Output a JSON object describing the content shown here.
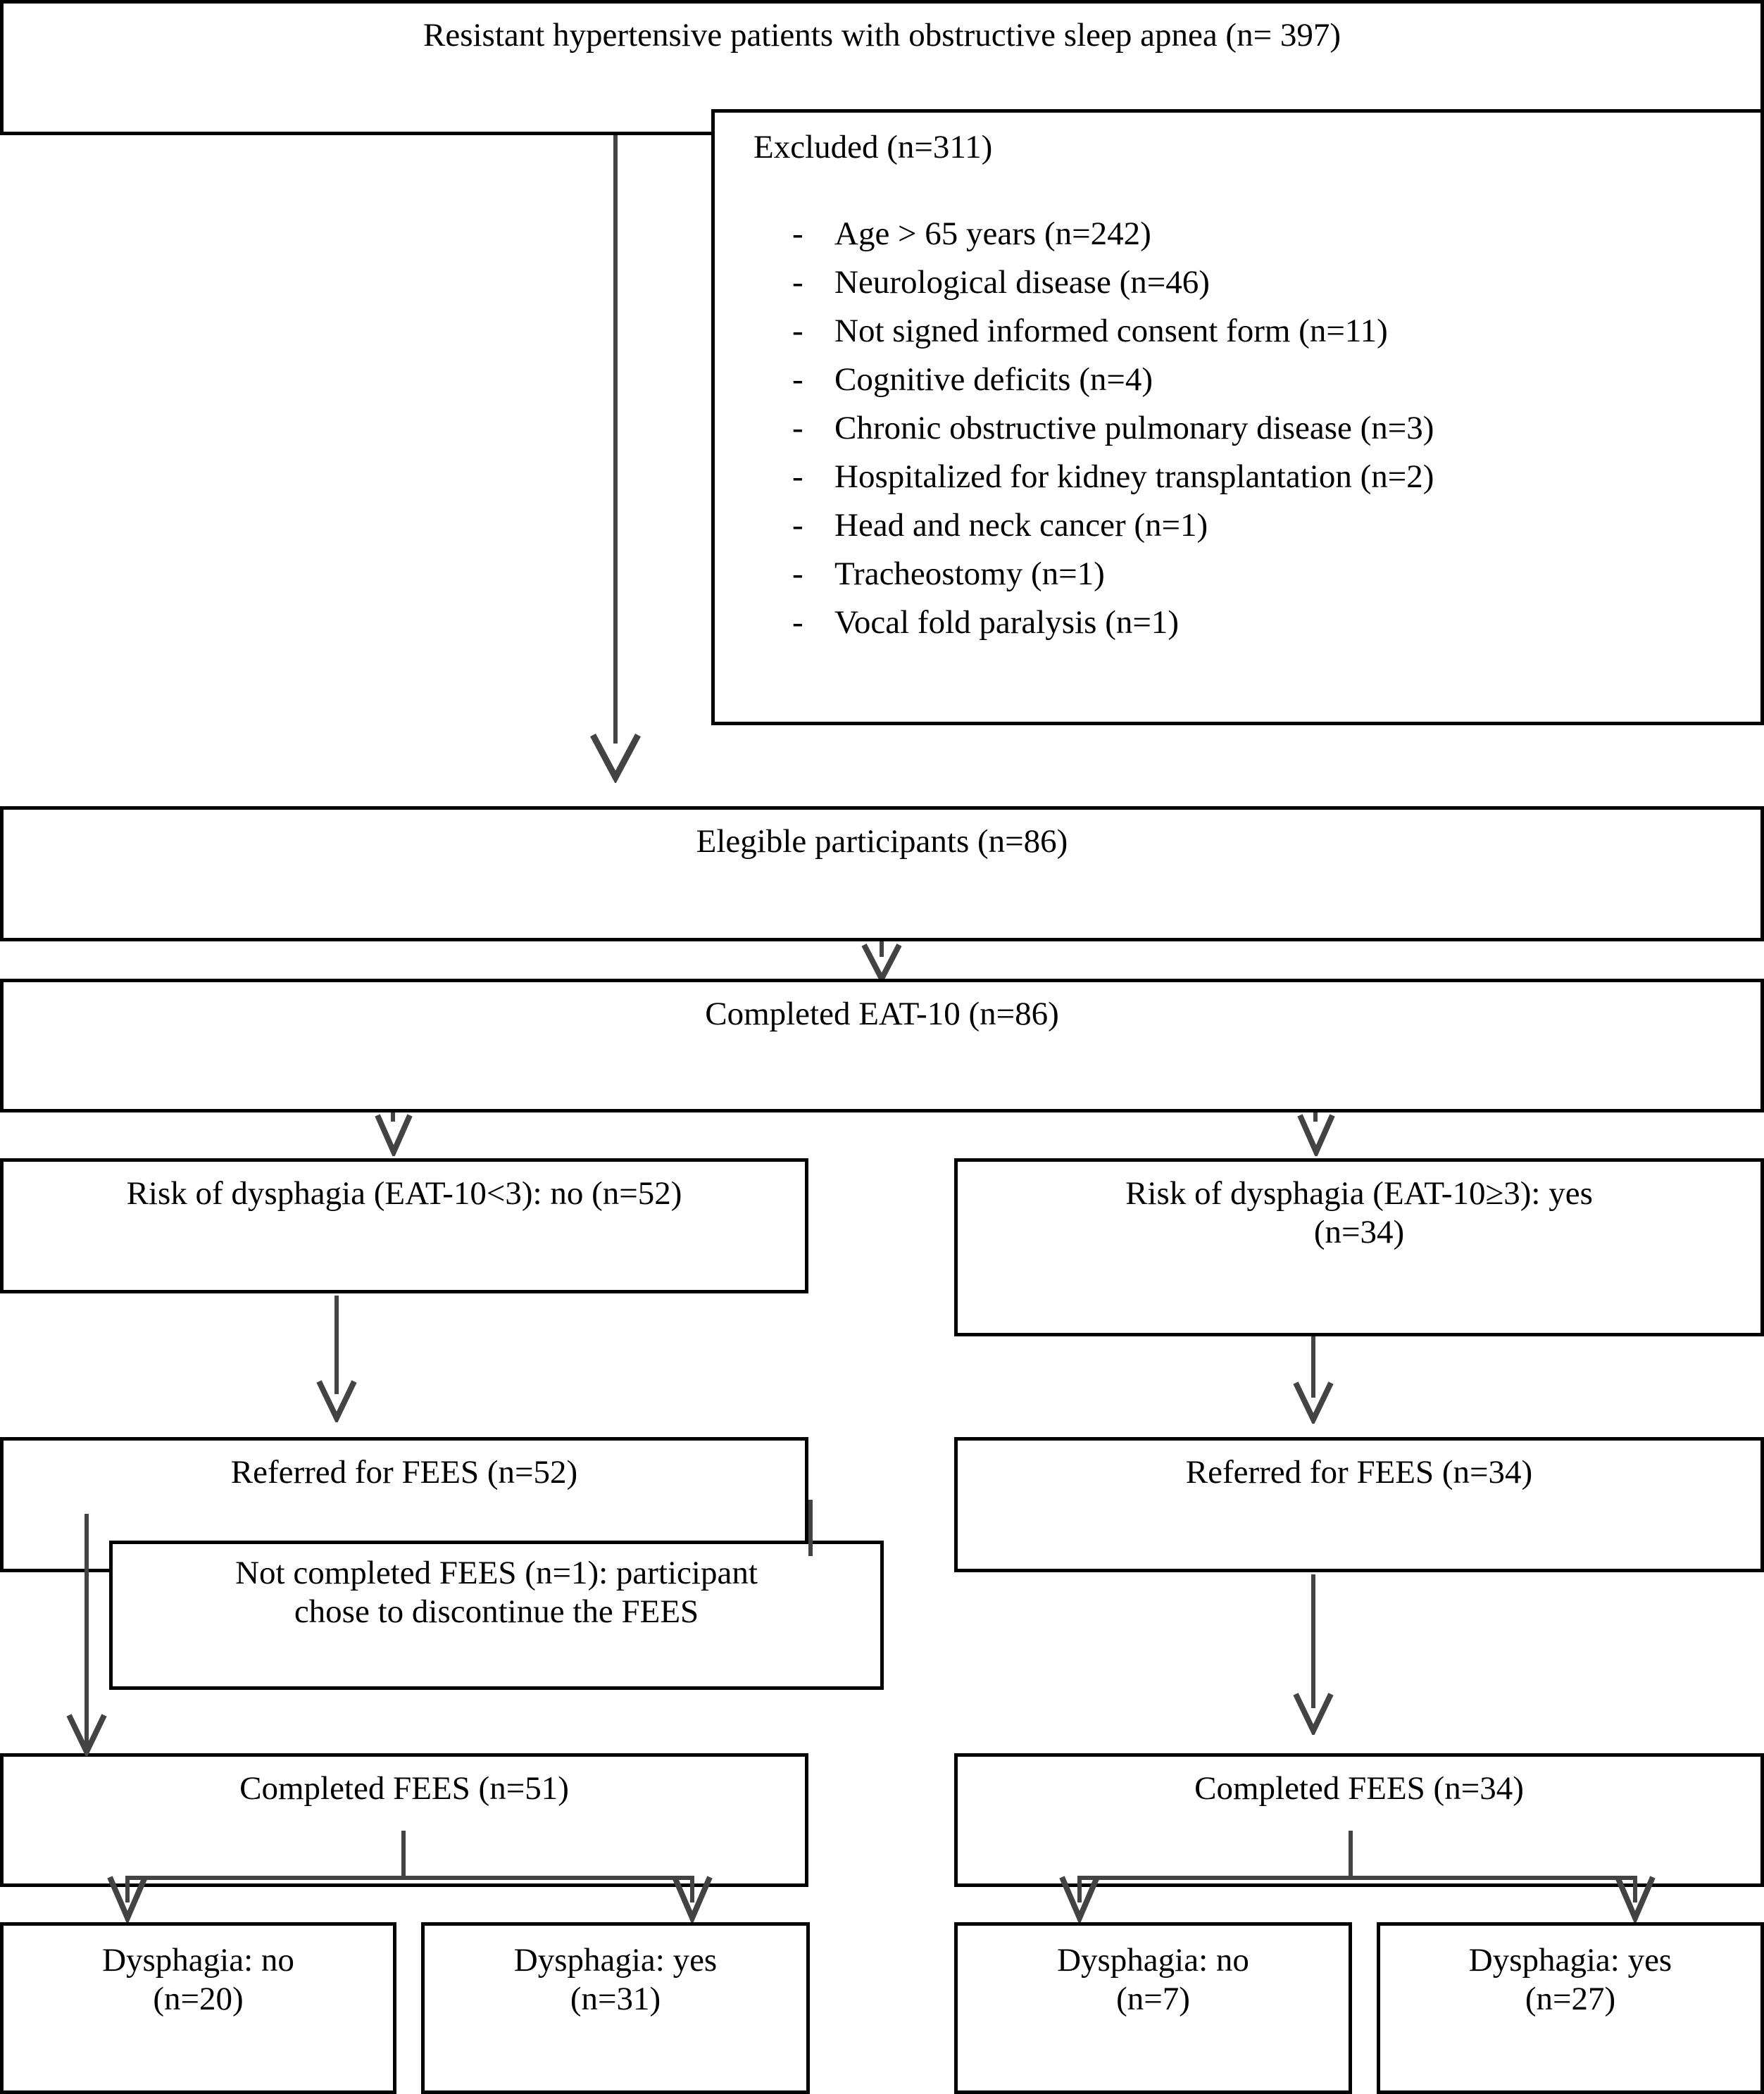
{
  "diagram": {
    "title_node": "Resistant hypertensive patients with obstructive sleep apnea (n= 397)",
    "excluded": {
      "title": "Excluded (n=311)",
      "bullet": "-",
      "items": [
        "Age > 65 years (n=242)",
        "Neurological disease (n=46)",
        "Not signed informed consent form (n=11)",
        "Cognitive deficits (n=4)",
        "Chronic obstructive pulmonary disease (n=3)",
        "Hospitalized for kidney transplantation (n=2)",
        "Head and neck cancer (n=1)",
        "Tracheostomy (n=1)",
        "Vocal fold paralysis (n=1)"
      ]
    },
    "eligible": "Elegible participants (n=86)",
    "completed_eat10": "Completed EAT-10 (n=86)",
    "risk_no": "Risk of dysphagia (EAT-10<3): no (n=52)",
    "risk_yes": "Risk of dysphagia (EAT-10≥3): yes\n(n=34)",
    "referred_left": "Referred for FEES (n=52)",
    "referred_right": "Referred for FEES (n=34)",
    "not_completed": "Not completed FEES (n=1): participant\nchose to discontinue the FEES",
    "completed_left": "Completed FEES (n=51)",
    "completed_right": "Completed FEES (n=34)",
    "outcome_a": "Dysphagia: no\n(n=20)",
    "outcome_b": "Dysphagia: yes\n(n=31)",
    "outcome_c": "Dysphagia: no\n(n=7)",
    "outcome_d": "Dysphagia: yes\n(n=27)"
  },
  "colors": {
    "border": "#000000",
    "connector": "#434343",
    "background": "#ffffff"
  }
}
